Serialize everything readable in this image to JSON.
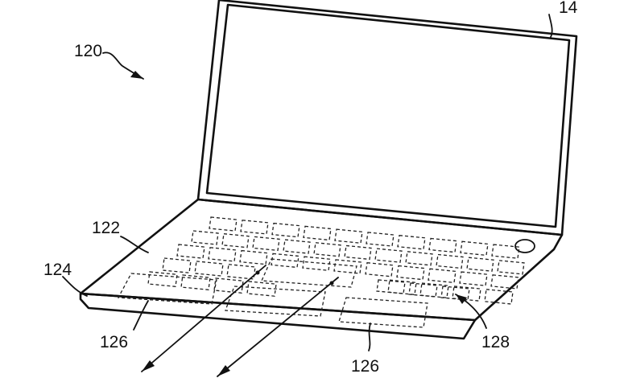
{
  "labels": {
    "device": "120",
    "display": "14",
    "keyboard_area": "122",
    "housing_edge": "124",
    "region_left": "126",
    "region_right": "126",
    "region_key": "128"
  },
  "colors": {
    "line": "#111111",
    "background": "#ffffff"
  }
}
